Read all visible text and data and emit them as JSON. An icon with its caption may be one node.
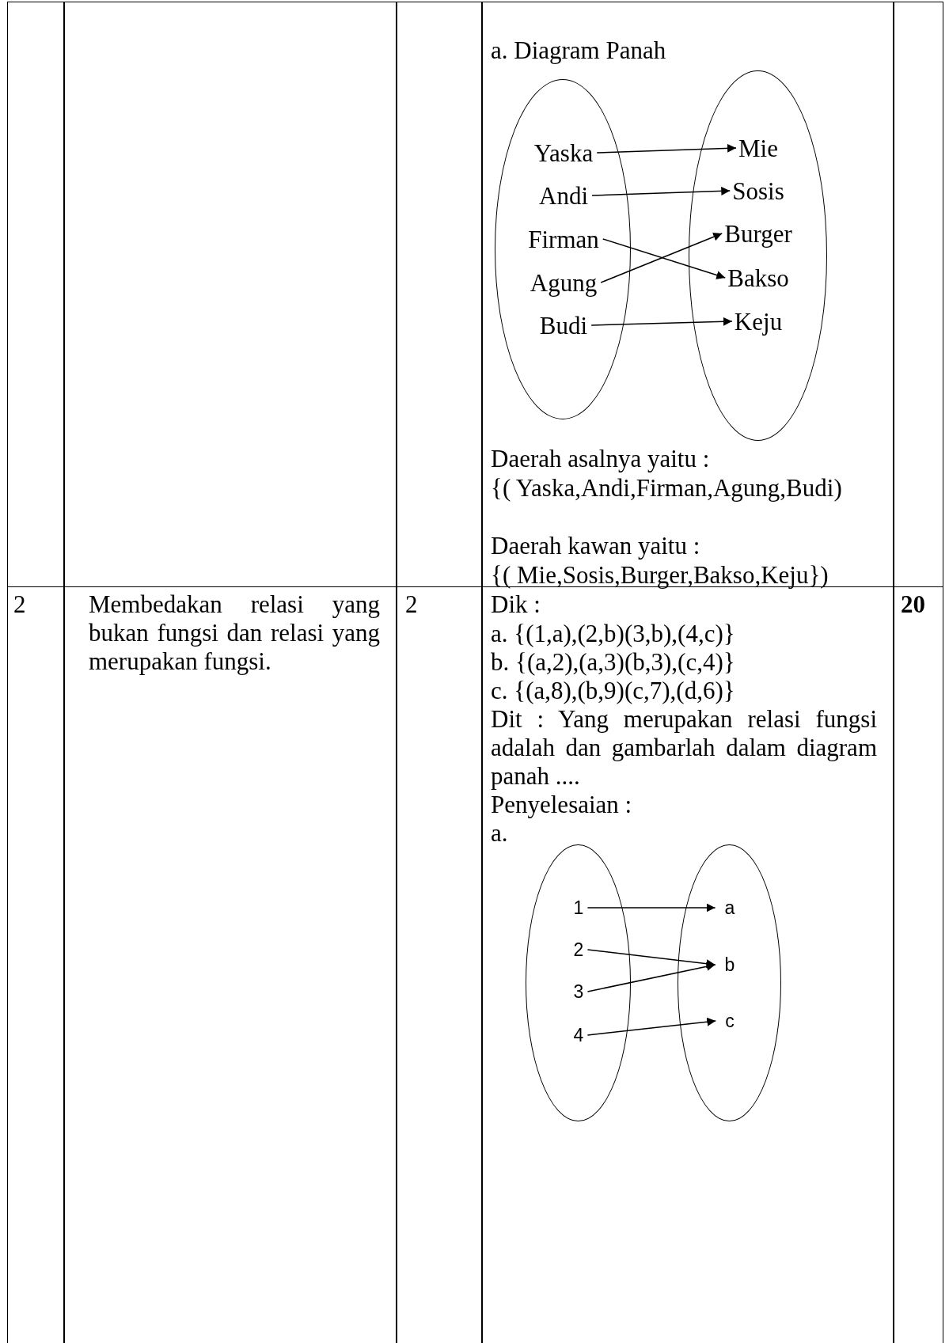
{
  "diagram": {
    "nodes": [
      {
        "text": [],
        "shape": "ellipse"
      },
      {
        "text": [
          "Yaska"
        ],
        "in": 0
      },
      {
        "text": [
          "Andi"
        ],
        "in": 0
      },
      {
        "text": [
          "Firman"
        ],
        "in": 0
      },
      {
        "text": [
          "Agung"
        ],
        "in": 0
      },
      {
        "text": [
          "Budi"
        ],
        "in": 0
      },
      {
        "text": [],
        "shape": "ellipse"
      },
      {
        "text": [
          "Mie"
        ],
        "in": 6
      },
      {
        "text": [
          "Sosis"
        ],
        "in": 6
      },
      {
        "text": [
          "Burger"
        ],
        "in": 6
      },
      {
        "text": [
          "Bakso"
        ],
        "in": 6
      },
      {
        "text": [
          "Keju"
        ],
        "in": 6
      },
      {
        "text": [],
        "shape": "ellipse"
      },
      {
        "text": [
          "1"
        ],
        "in": 12
      },
      {
        "text": [
          "2"
        ],
        "in": 12
      },
      {
        "text": [
          "3"
        ],
        "in": 12
      },
      {
        "text": [
          "4"
        ],
        "in": 12
      },
      {
        "text": [],
        "shape": "ellipse"
      },
      {
        "text": [
          "a"
        ],
        "in": 17
      },
      {
        "text": [
          "b"
        ],
        "in": 17
      },
      {
        "text": [
          "c"
        ],
        "in": 17
      }
    ],
    "edges": [
      {
        "from": 1,
        "to": 7,
        "arrow": "to"
      },
      {
        "from": 2,
        "to": 8,
        "arrow": "to"
      },
      {
        "from": 3,
        "to": 10,
        "arrow": "to"
      },
      {
        "from": 4,
        "to": 9,
        "arrow": "to"
      },
      {
        "from": 5,
        "to": 11,
        "arrow": "to"
      },
      {
        "from": 13,
        "to": 18,
        "arrow": "to"
      },
      {
        "from": 14,
        "to": 19,
        "arrow": "to"
      },
      {
        "from": 15,
        "to": 19,
        "arrow": "to"
      },
      {
        "from": 16,
        "to": 20,
        "arrow": "to"
      }
    ],
    "labels": [
      "a. Diagram Panah",
      "Daerah asalnya yaitu :",
      "{( Yaska,Andi,Firman,Agung,Budi)",
      "Daerah kawan yaitu :",
      "{( Mie,Sosis,Burger,Bakso,Keju})",
      "2",
      "Membedakan relasi yang bukan fungsi dan relasi yang merupakan fungsi.",
      "2",
      "Dik :",
      "a. {(1,a),(2,b)(3,b),(4,c)}",
      "b. {(a,2),(a,3)(b,3),(c,4)}",
      "c. {(a,8),(b,9)(c,7),(d,6)}",
      "Dit : Yang merupakan relasi fungsi adalah dan gambarlah dalam diagram panah ....",
      "Penyelesaian :",
      "a.",
      "20"
    ]
  }
}
